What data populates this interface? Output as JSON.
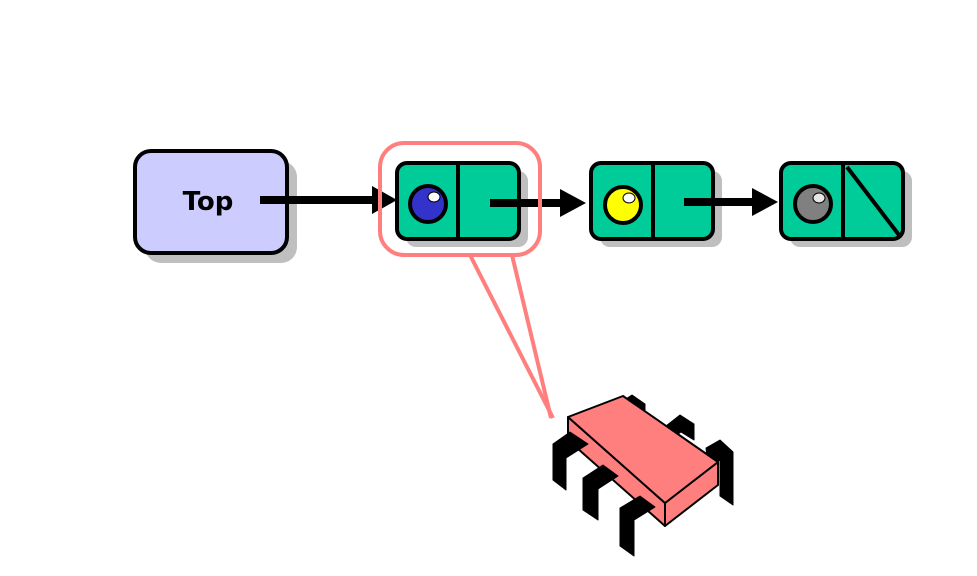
{
  "top_label": "Top",
  "colors": {
    "top_box_fill": "#ccccff",
    "node_fill": "#00cc99",
    "outline": "#000000",
    "shadow": "#bfbfbf",
    "highlight": "#ff7f7f",
    "chip_fill": "#ff7f7f"
  },
  "nodes": [
    {
      "ball_color": "#3333cc",
      "next": "arrow"
    },
    {
      "ball_color": "#ffff00",
      "next": "arrow"
    },
    {
      "ball_color": "#808080",
      "next": "null-slash"
    }
  ],
  "callout_target": "node-1",
  "chip_icon": "chip-icon"
}
